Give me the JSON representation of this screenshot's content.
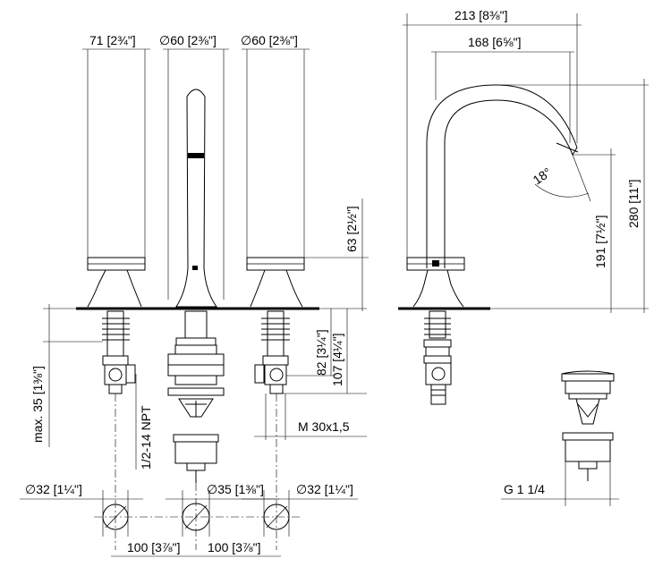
{
  "dimensions": {
    "d_71": "71 [2¾\"]",
    "d_60_spout": "∅60 [2⅜\"]",
    "d_60_right": "∅60 [2⅜\"]",
    "d_213": "213 [8⅜\"]",
    "d_168": "168 [6⅝\"]",
    "d_18deg": "18°",
    "d_63": "63 [2½\"]",
    "d_280": "280 [11\"]",
    "d_191": "191 [7½\"]",
    "d_82": "82 [3¼\"]",
    "d_107": "107 [4¼\"]",
    "d_max35": "max. 35 [1⅜\"]",
    "d_npt": "1/2-14 NPT",
    "d_m30": "M 30x1,5",
    "d_32_left": "∅32 [1¼\"]",
    "d_35": "∅35 [1⅜\"]",
    "d_32_right": "∅32 [1¼\"]",
    "d_100_left": "100 [3⅞\"]",
    "d_100_right": "100 [3⅞\"]",
    "d_g114": "G 1 1/4"
  }
}
